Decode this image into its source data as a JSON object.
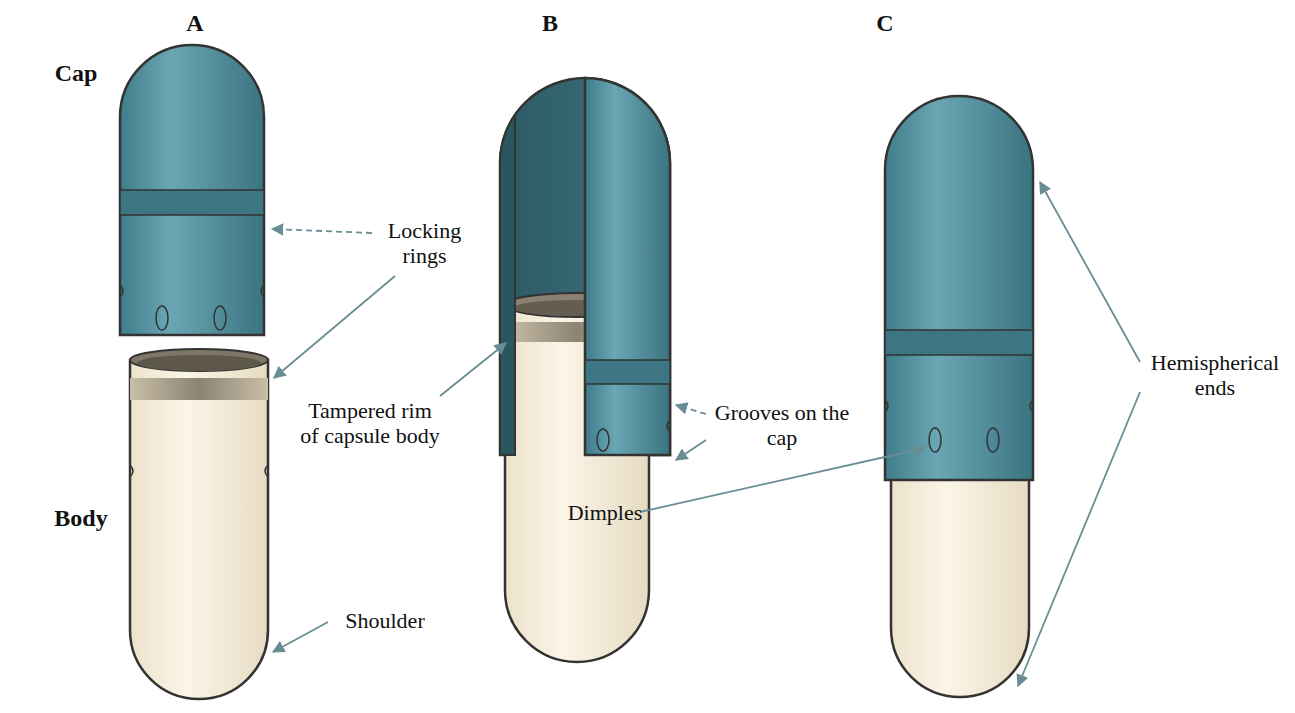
{
  "diagram": {
    "labels": [
      "A",
      "B",
      "C",
      "Cap",
      "Body",
      "Locking rings",
      "Tampered rim of capsule body",
      "Grooves on the cap",
      "Dimples",
      "Hemispherical ends",
      "Shoulder"
    ]
  }
}
